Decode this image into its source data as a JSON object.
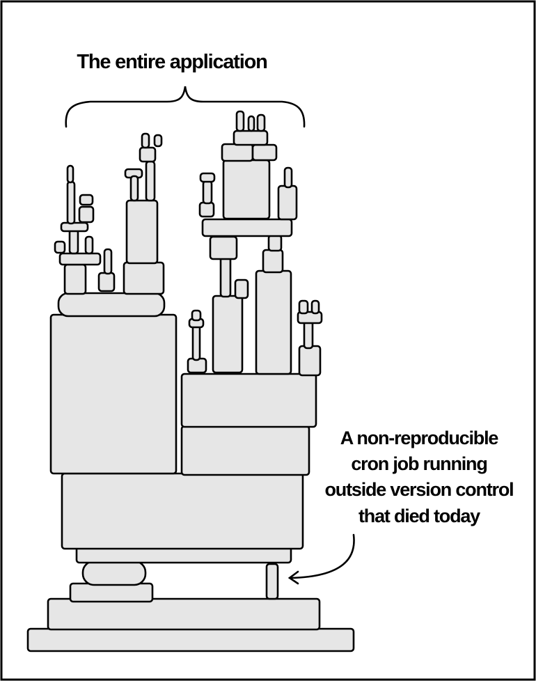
{
  "comic": {
    "title": "The entire application",
    "label_lines": [
      "A non-reproducible",
      "cron job running",
      "outside version control",
      "that died today"
    ],
    "colors": {
      "block_fill": "#e6e6e6",
      "ink": "#000000",
      "background": "#ffffff"
    }
  }
}
